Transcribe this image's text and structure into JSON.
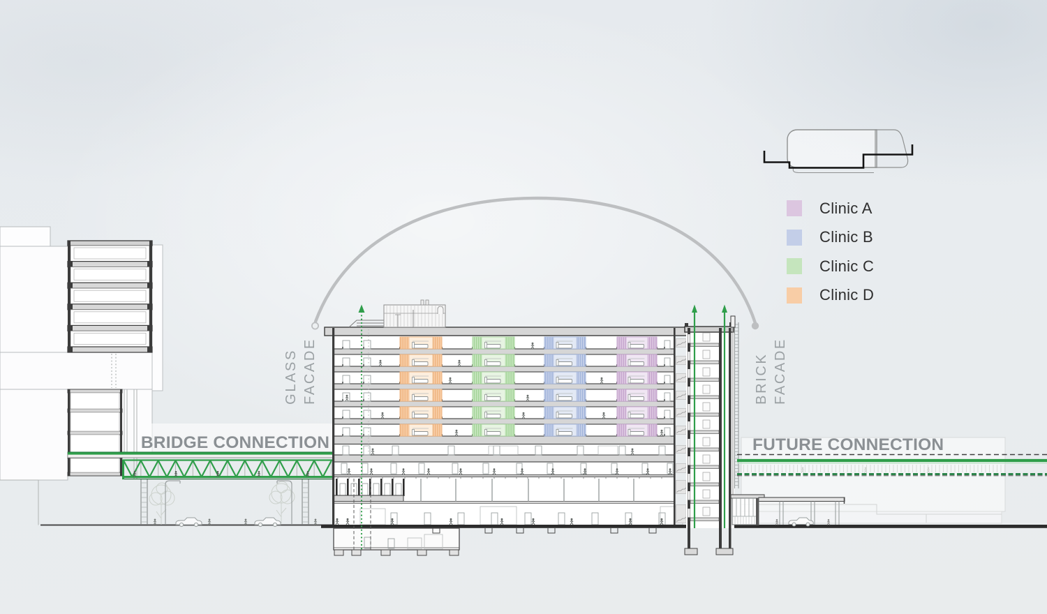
{
  "diagram": {
    "type": "architectural building section",
    "connection_labels": {
      "bridge": "BRIDGE CONNECTION",
      "future": "FUTURE CONNECTION"
    },
    "facade_labels": {
      "glass": [
        "GLASS",
        "FACADE"
      ],
      "brick": [
        "BRICK",
        "FACADE"
      ]
    }
  },
  "legend": {
    "items": [
      {
        "label": "Clinic A",
        "color": "#dcc6e0"
      },
      {
        "label": "Clinic B",
        "color": "#c3cee8"
      },
      {
        "label": "Clinic C",
        "color": "#c5e5bd"
      },
      {
        "label": "Clinic D",
        "color": "#f8cda6"
      }
    ]
  },
  "colors": {
    "green": "#2f9e4a",
    "green_dark": "#1d7c3e",
    "label_gray": "#8b9094",
    "facade_gray": "#9ba1a4",
    "legend_text": "#2e2e2e",
    "clinic_a": "#dcc6e0",
    "clinic_a_dark": "#c2a0cb",
    "clinic_a_light": "#f0e6f3",
    "clinic_b": "#c3cee8",
    "clinic_b_dark": "#9db1d9",
    "clinic_b_light": "#e3e9f5",
    "clinic_c": "#c5e5bd",
    "clinic_c_dark": "#a0d295",
    "clinic_c_light": "#e7f4e2",
    "clinic_d": "#f8cda6",
    "clinic_d_dark": "#ecb07a",
    "clinic_d_light": "#fdeedd"
  }
}
